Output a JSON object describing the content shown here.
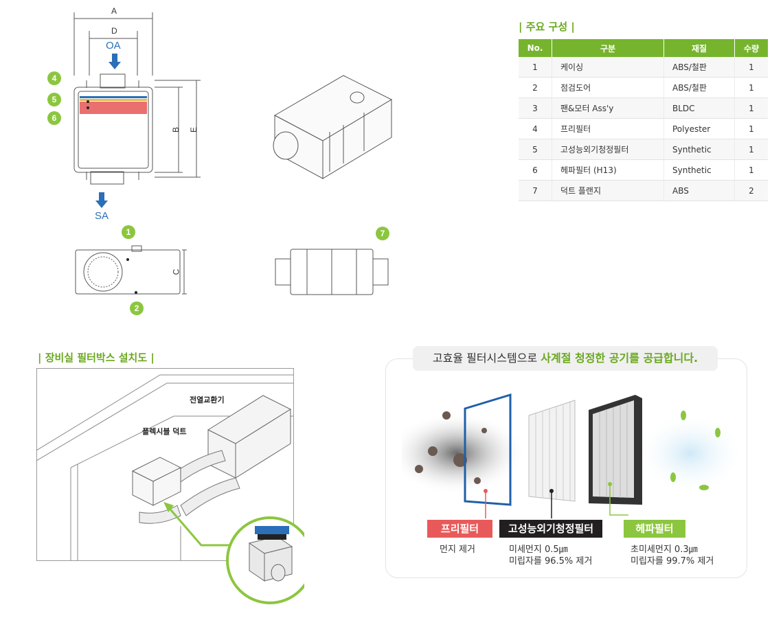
{
  "drawing": {
    "dim_a": "A",
    "dim_d": "D",
    "dim_b": "B",
    "dim_e": "E",
    "dim_c": "C",
    "inlet": "OA",
    "outlet": "SA",
    "callouts": [
      "1",
      "2",
      "4",
      "5",
      "6",
      "7"
    ]
  },
  "components": {
    "title": "| 주요 구성 |",
    "headers": [
      "No.",
      "구분",
      "재질",
      "수량"
    ],
    "rows": [
      {
        "no": "1",
        "name": "케이싱",
        "material": "ABS/철판",
        "qty": "1"
      },
      {
        "no": "2",
        "name": "점검도어",
        "material": "ABS/철판",
        "qty": "1"
      },
      {
        "no": "3",
        "name": "팬&모터 Ass'y",
        "material": "BLDC",
        "qty": "1"
      },
      {
        "no": "4",
        "name": "프리필터",
        "material": "Polyester",
        "qty": "1"
      },
      {
        "no": "5",
        "name": "고성능외기청정필터",
        "material": "Synthetic",
        "qty": "1"
      },
      {
        "no": "6",
        "name": "헤파필터 (H13)",
        "material": "Synthetic",
        "qty": "1"
      },
      {
        "no": "7",
        "name": "덕트 플랜지",
        "material": "ABS",
        "qty": "2"
      }
    ]
  },
  "install": {
    "title": "| 장비실 필터박스 설치도 |",
    "label_erv": "전열교환기",
    "label_duct": "플렉시블 덕트"
  },
  "filters": {
    "headline_plain": "고효율 필터시스템으로 ",
    "headline_highlight": "사계절 청정한 공기를 공급합니다.",
    "items": [
      {
        "label": "프리필터",
        "color": "#e85a5a",
        "desc1": "먼지 제거",
        "desc2": ""
      },
      {
        "label": "고성능외기청정필터",
        "color": "#231f20",
        "desc1": "미세먼지 0.5㎛",
        "desc2": "미립자를 96.5% 제거"
      },
      {
        "label": "헤파필터",
        "color": "#8cc63f",
        "desc1": "초미세먼지 0.3㎛",
        "desc2": "미립자를 99.7% 제거"
      }
    ]
  },
  "colors": {
    "accent": "#8cc63f",
    "flow_arrow": "#2a6fb8",
    "table_header": "#77b42e"
  }
}
